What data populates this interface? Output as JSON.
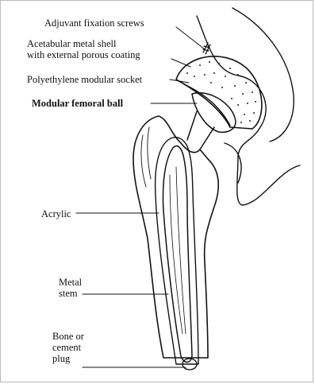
{
  "labels": {
    "screws": "Adjuvant fixation screws",
    "shell": "Acetabular metal shell\nwith external porous coating",
    "socket": "Polyethylene modular socket",
    "ball": "Modular femoral ball",
    "acrylic": "Acrylic",
    "stem": "Metal\nstem",
    "plug": "Bone or\ncement\nplug"
  }
}
